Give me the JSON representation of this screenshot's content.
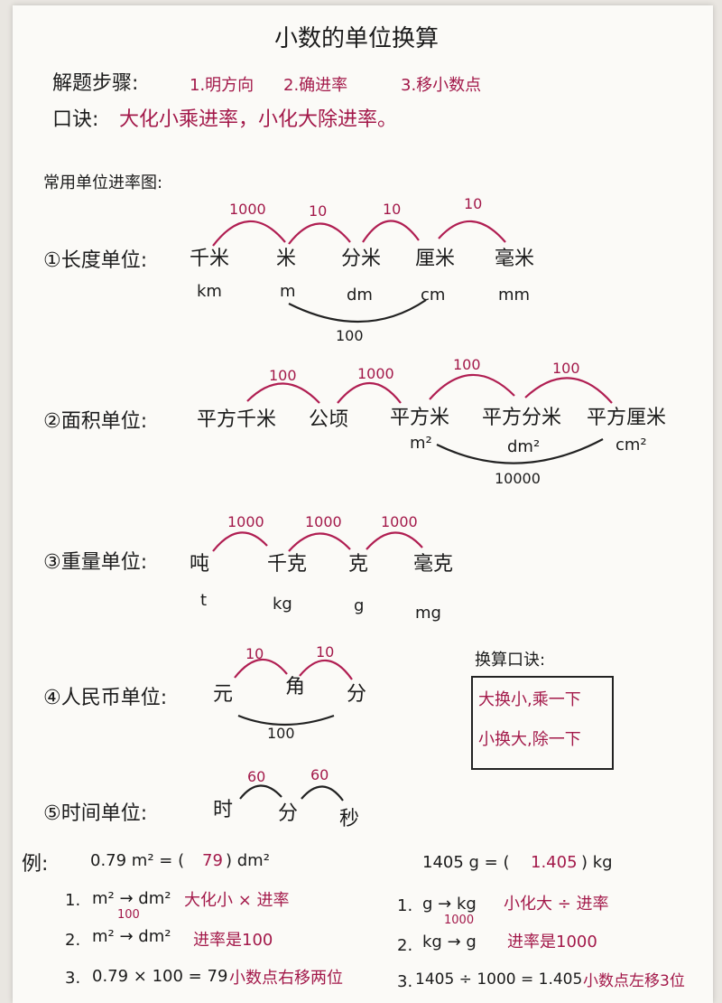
{
  "title": "小数的单位换算",
  "steps": {
    "label": "解题步骤:",
    "items": [
      "1.明方向",
      "2.确进率",
      "3.移小数点"
    ]
  },
  "rhyme": {
    "label": "口诀:",
    "text": "大化小乘进率，小化大除进率。"
  },
  "chart_heading": "常用单位进率图:",
  "length": {
    "label": "①长度单位:",
    "units": [
      "千米",
      "米",
      "分米",
      "厘米",
      "毫米"
    ],
    "symbols": [
      "km",
      "m",
      "dm",
      "cm",
      "mm"
    ],
    "rates": [
      "1000",
      "10",
      "10",
      "10"
    ],
    "span_rate": "100"
  },
  "area": {
    "label": "②面积单位:",
    "units": [
      "平方千米",
      "公顷",
      "平方米",
      "平方分米",
      "平方厘米"
    ],
    "symbols": [
      "m²",
      "dm²",
      "cm²"
    ],
    "rates": [
      "100",
      "1000",
      "100",
      "100"
    ],
    "span_rate": "10000"
  },
  "weight": {
    "label": "③重量单位:",
    "units": [
      "吨",
      "千克",
      "克",
      "毫克"
    ],
    "symbols": [
      "t",
      "kg",
      "g",
      "mg"
    ],
    "rates": [
      "1000",
      "1000",
      "1000"
    ]
  },
  "money": {
    "label": "④人民币单位:",
    "units": [
      "元",
      "角",
      "分"
    ],
    "rates": [
      "10",
      "10"
    ],
    "span_rate": "100"
  },
  "time": {
    "label": "⑤时间单位:",
    "units": [
      "时",
      "分",
      "秒"
    ],
    "rates": [
      "60",
      "60"
    ]
  },
  "tip_box": {
    "title": "换算口诀:",
    "lines": [
      "大换小,乘一下",
      "小换大,除一下"
    ]
  },
  "example_left": {
    "label": "例:",
    "problem_a": "0.79 m² = (",
    "answer": "79",
    "problem_b": ") dm²",
    "steps": [
      {
        "num": "1.",
        "math": "m² → dm²",
        "note": "大化小 × 进率"
      },
      {
        "num": "2.",
        "math": "m² → dm²",
        "over": "100",
        "note": "进率是100"
      },
      {
        "num": "3.",
        "math": "0.79 × 100 = 79",
        "note": "小数点右移两位"
      }
    ]
  },
  "example_right": {
    "problem_a": "1405 g = (",
    "answer": "1.405",
    "problem_b": ") kg",
    "steps": [
      {
        "num": "1.",
        "math": "g → kg",
        "note": "小化大 ÷ 进率"
      },
      {
        "num": "2.",
        "math": "kg → g",
        "over": "1000",
        "note": "进率是1000"
      },
      {
        "num": "3.",
        "math": "1405 ÷ 1000 = 1.405",
        "note": "小数点左移3位"
      }
    ]
  }
}
